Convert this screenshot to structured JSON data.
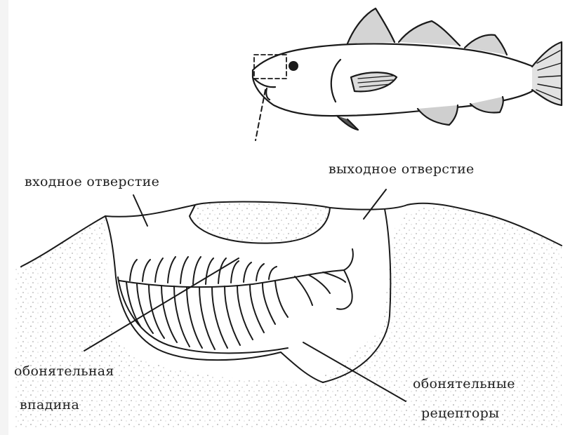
{
  "labels": {
    "inlet": "входное отверстие",
    "outlet": "выходное отверстие",
    "cavity_line1": "обонятельная",
    "cavity_line2": "впадина",
    "receptors_line1": "обонятельные",
    "receptors_line2": "рецепторы"
  },
  "colors": {
    "ink": "#1a1a1a",
    "paper": "#ffffff",
    "stipple": "#8a8a8a"
  }
}
